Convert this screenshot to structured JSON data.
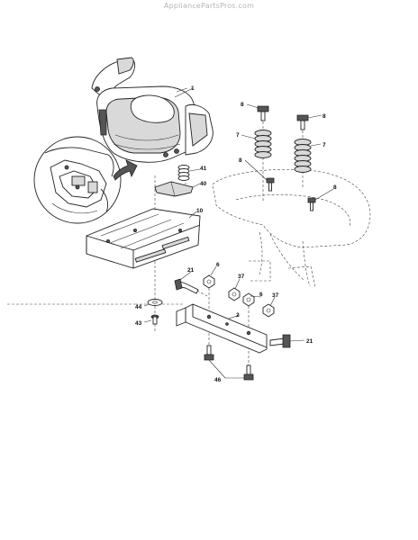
{
  "watermark": "AppliancePartsPros.com",
  "callouts": {
    "seat": "1",
    "bolt_left": "8",
    "bolt_right": "8",
    "spring_left": "7",
    "spring_right": "7",
    "fender_screw_left": "8",
    "fender_screw_right": "8",
    "spring_small": "41",
    "clip": "40",
    "seat_pan": "10",
    "bolt_21_left": "21",
    "nut_6_left": "6",
    "nut_37_left": "37",
    "nut_6_right": "6",
    "nut_37_right": "37",
    "bracket": "2",
    "bolt_21_right": "21",
    "washer": "44",
    "screw": "43",
    "bolts_46": "46"
  }
}
